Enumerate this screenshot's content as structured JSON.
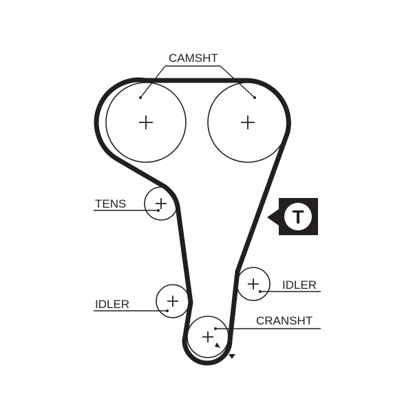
{
  "labels": {
    "camshaft": "CAMSHT",
    "tensioner": "TENS",
    "idler_left": "IDLER",
    "idler_right": "IDLER",
    "crankshaft": "CRANSHT"
  },
  "tensioner_badge": "T",
  "colors": {
    "ink": "#231f20",
    "background": "#ffffff"
  }
}
